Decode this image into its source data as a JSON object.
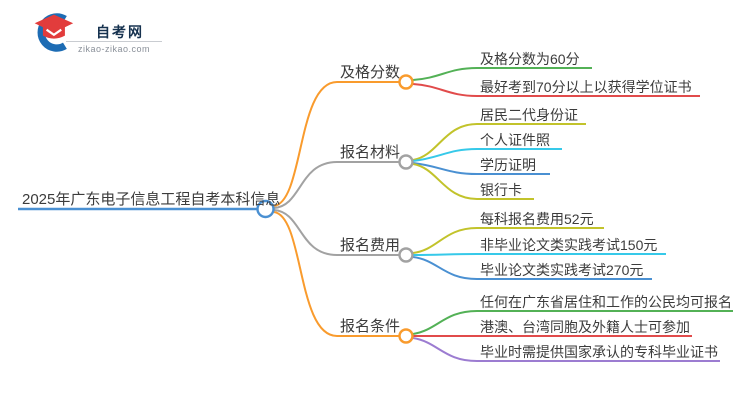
{
  "logo": {
    "site_name": "自考网",
    "site_domain": "zikao-zikao.com"
  },
  "colors": {
    "root_blue": "#4a90d2",
    "orange": "#f99b2d",
    "gray": "#a2a2a2",
    "green": "#53b156",
    "red": "#e14b4b",
    "olive": "#c2c32b",
    "cyan": "#36c9e9",
    "blue": "#4a90d2",
    "purple": "#9c7cd1",
    "logo_navy": "#16324f",
    "logo_blue": "#1d6cb4",
    "logo_red": "#e23c3c"
  },
  "mindmap": {
    "root": {
      "label": "2025年广东电子信息工程自考本科信息",
      "color": "#4a90d2"
    },
    "branches": [
      {
        "label": "及格分数",
        "color": "#f99b2d",
        "children": [
          {
            "label": "及格分数为60分",
            "color": "#53b156"
          },
          {
            "label": "最好考到70分以上以获得学位证书",
            "color": "#e14b4b"
          }
        ]
      },
      {
        "label": "报名材料",
        "color": "#a2a2a2",
        "children": [
          {
            "label": "居民二代身份证",
            "color": "#c2c32b"
          },
          {
            "label": "个人证件照",
            "color": "#36c9e9"
          },
          {
            "label": "学历证明",
            "color": "#4a90d2"
          },
          {
            "label": "银行卡",
            "color": "#c2c32b"
          }
        ]
      },
      {
        "label": "报名费用",
        "color": "#a2a2a2",
        "children": [
          {
            "label": "每科报名费用52元",
            "color": "#c2c32b"
          },
          {
            "label": "非毕业论文类实践考试150元",
            "color": "#36c9e9"
          },
          {
            "label": "毕业论文类实践考试270元",
            "color": "#4a90d2"
          }
        ]
      },
      {
        "label": "报名条件",
        "color": "#f99b2d",
        "children": [
          {
            "label": "任何在广东省居住和工作的公民均可报名",
            "color": "#53b156"
          },
          {
            "label": "港澳、台湾同胞及外籍人士可参加",
            "color": "#e14b4b"
          },
          {
            "label": "毕业时需提供国家承认的专科毕业证书",
            "color": "#9c7cd1"
          }
        ]
      }
    ]
  }
}
